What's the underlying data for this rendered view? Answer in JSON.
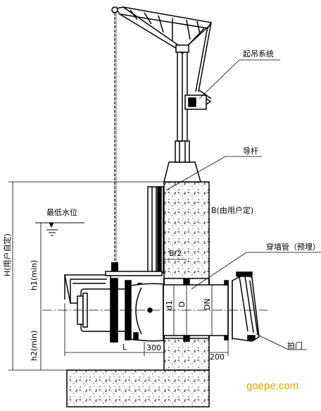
{
  "labels": {
    "lifting_system": "起吊系统",
    "guide_rod": "导杆",
    "lowest_water_level": "最低水位",
    "wall_pipe": "穿墙管（预埋）",
    "flap_valve": "拍门",
    "wall_thickness": "B(由用户定)",
    "user_height": "H(用户自定)"
  },
  "dimensions": {
    "half_b": "B/2",
    "h1": "h1(min)",
    "h2": "h2(min)",
    "d1": "d1",
    "d": "D",
    "dn": "DN",
    "l": "L",
    "d300": "300",
    "d200": "200"
  },
  "watermark": "goepe.com"
}
